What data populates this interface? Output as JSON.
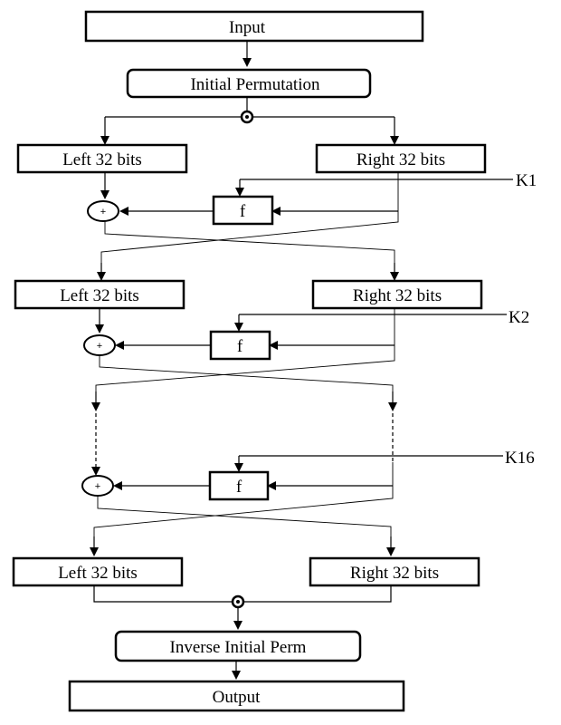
{
  "input_label": "Input",
  "initial_permutation_label": "Initial Permutation",
  "rounds": [
    {
      "left_label": "Left 32 bits",
      "right_label": "Right 32 bits"
    },
    {
      "left_label": "Left 32 bits",
      "right_label": "Right 32 bits"
    },
    {
      "left_label": "Left 32 bits",
      "right_label": "Right 32 bits"
    }
  ],
  "f_label": "f",
  "xor_symbol": "+",
  "keys": [
    "K1",
    "K2",
    "K16"
  ],
  "inverse_initial_perm_label": "Inverse Initial Perm",
  "output_label": "Output"
}
